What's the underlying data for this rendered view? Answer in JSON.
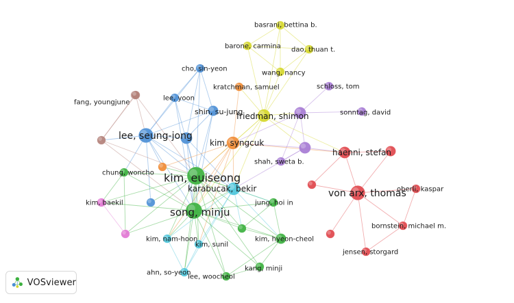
{
  "app": {
    "name": "VOSviewer"
  },
  "clusters": {
    "red": "#e0474c",
    "green": "#3cb13f",
    "blue": "#4c8fd6",
    "yellow": "#d5d72b",
    "purple": "#a67bd4",
    "cyan": "#4dc6db",
    "orange": "#f08c36",
    "brown": "#b3817a",
    "pink": "#e277d4"
  },
  "nodes": [
    {
      "id": "basrani",
      "label": "basrani, bettina b.",
      "cluster": "yellow",
      "weight": 1
    },
    {
      "id": "barone",
      "label": "barone, carmina",
      "cluster": "yellow",
      "weight": 1
    },
    {
      "id": "dao",
      "label": "dao, thuan t.",
      "cluster": "yellow",
      "weight": 1
    },
    {
      "id": "wang",
      "label": "wang, nancy",
      "cluster": "yellow",
      "weight": 1
    },
    {
      "id": "friedman",
      "label": "friedman, shimon",
      "cluster": "yellow",
      "weight": 4
    },
    {
      "id": "cho",
      "label": "cho, sin-yeon",
      "cluster": "blue",
      "weight": 1
    },
    {
      "id": "kratchman",
      "label": "kratchman, samuel",
      "cluster": "orange",
      "weight": 1
    },
    {
      "id": "schloss",
      "label": "schloss, tom",
      "cluster": "purple",
      "weight": 1
    },
    {
      "id": "leeyoon",
      "label": "lee, yoon",
      "cluster": "blue",
      "weight": 1
    },
    {
      "id": "fang",
      "label": "fang, youngjune",
      "cluster": "brown",
      "weight": 1
    },
    {
      "id": "shin",
      "label": "shin, su-jung",
      "cluster": "blue",
      "weight": 2
    },
    {
      "id": "sonntag",
      "label": "sonntag, david",
      "cluster": "purple",
      "weight": 1
    },
    {
      "id": "purple1",
      "label": "",
      "cluster": "purple",
      "weight": 3
    },
    {
      "id": "leeseung",
      "label": "lee, seung-jong",
      "cluster": "blue",
      "weight": 6
    },
    {
      "id": "blue2",
      "label": "",
      "cluster": "blue",
      "weight": 3
    },
    {
      "id": "kimsyng",
      "label": "kim, syngcuk",
      "cluster": "orange",
      "weight": 4
    },
    {
      "id": "purple2",
      "label": "",
      "cluster": "purple",
      "weight": 3
    },
    {
      "id": "haenni",
      "label": "haenni, stefan",
      "cluster": "red",
      "weight": 3
    },
    {
      "id": "red2",
      "label": "",
      "cluster": "red",
      "weight": 2
    },
    {
      "id": "shah",
      "label": "shah, sweta b.",
      "cluster": "purple",
      "weight": 1
    },
    {
      "id": "brown1",
      "label": "",
      "cluster": "brown",
      "weight": 1
    },
    {
      "id": "brown2",
      "label": "",
      "cluster": "brown",
      "weight": 1
    },
    {
      "id": "chung",
      "label": "chung, woncho",
      "cluster": "green",
      "weight": 1
    },
    {
      "id": "orange2",
      "label": "",
      "cluster": "orange",
      "weight": 1
    },
    {
      "id": "kimeui",
      "label": "kim, euiseong",
      "cluster": "green",
      "weight": 10
    },
    {
      "id": "karabucak",
      "label": "karabucak, bekir",
      "cluster": "cyan",
      "weight": 4
    },
    {
      "id": "red3",
      "label": "",
      "cluster": "red",
      "weight": 1
    },
    {
      "id": "vonarx",
      "label": "von arx, thomas",
      "cluster": "red",
      "weight": 6
    },
    {
      "id": "oberli",
      "label": "oberli, kaspar",
      "cluster": "red",
      "weight": 1
    },
    {
      "id": "kimbaekil",
      "label": "kim, baekil",
      "cluster": "pink",
      "weight": 1
    },
    {
      "id": "blue3",
      "label": "",
      "cluster": "blue",
      "weight": 1
    },
    {
      "id": "jung",
      "label": "jung, hoi in",
      "cluster": "green",
      "weight": 1
    },
    {
      "id": "song",
      "label": "song, minju",
      "cluster": "green",
      "weight": 8
    },
    {
      "id": "green2",
      "label": "",
      "cluster": "green",
      "weight": 1
    },
    {
      "id": "bornstein",
      "label": "bornstein, michael m.",
      "cluster": "red",
      "weight": 1
    },
    {
      "id": "pink2",
      "label": "",
      "cluster": "pink",
      "weight": 1
    },
    {
      "id": "red4",
      "label": "",
      "cluster": "red",
      "weight": 1
    },
    {
      "id": "kimnam",
      "label": "kim, nam-hoon",
      "cluster": "cyan",
      "weight": 1
    },
    {
      "id": "kimhyeon",
      "label": "kim, hyeon-cheol",
      "cluster": "green",
      "weight": 2
    },
    {
      "id": "kimsunil",
      "label": "kim, sunil",
      "cluster": "cyan",
      "weight": 1
    },
    {
      "id": "jensen",
      "label": "jensen, storgard",
      "cluster": "red",
      "weight": 1
    },
    {
      "id": "kangminji",
      "label": "kang, minji",
      "cluster": "green",
      "weight": 1
    },
    {
      "id": "ahn",
      "label": "ahn, so-yeon",
      "cluster": "cyan",
      "weight": 1
    },
    {
      "id": "leewoo",
      "label": "lee, woocheol",
      "cluster": "green",
      "weight": 1
    }
  ],
  "links": [
    [
      "basrani",
      "barone"
    ],
    [
      "basrani",
      "dao"
    ],
    [
      "basrani",
      "wang"
    ],
    [
      "basrani",
      "friedman"
    ],
    [
      "barone",
      "dao"
    ],
    [
      "barone",
      "wang"
    ],
    [
      "barone",
      "friedman"
    ],
    [
      "dao",
      "wang"
    ],
    [
      "dao",
      "friedman"
    ],
    [
      "wang",
      "friedman"
    ],
    [
      "friedman",
      "kimsyng"
    ],
    [
      "friedman",
      "kimeui"
    ],
    [
      "friedman",
      "purple1"
    ],
    [
      "friedman",
      "purple2"
    ],
    [
      "friedman",
      "kratchman"
    ],
    [
      "friedman",
      "karabucak"
    ],
    [
      "friedman",
      "song"
    ],
    [
      "friedman",
      "haenni"
    ],
    [
      "kratchman",
      "kimsyng"
    ],
    [
      "schloss",
      "purple1"
    ],
    [
      "sonntag",
      "purple1"
    ],
    [
      "purple1",
      "purple2"
    ],
    [
      "purple1",
      "shah"
    ],
    [
      "purple2",
      "shah"
    ],
    [
      "purple2",
      "haenni"
    ],
    [
      "purple2",
      "kimsyng"
    ],
    [
      "purple2",
      "karabucak"
    ],
    [
      "purple1",
      "kimsyng"
    ],
    [
      "cho",
      "leeyoon"
    ],
    [
      "cho",
      "shin"
    ],
    [
      "cho",
      "leeseung"
    ],
    [
      "cho",
      "blue2"
    ],
    [
      "cho",
      "kimeui"
    ],
    [
      "leeyoon",
      "leeseung"
    ],
    [
      "leeyoon",
      "kimeui"
    ],
    [
      "leeyoon",
      "song"
    ],
    [
      "leeyoon",
      "shin"
    ],
    [
      "shin",
      "leeseung"
    ],
    [
      "shin",
      "kimeui"
    ],
    [
      "shin",
      "song"
    ],
    [
      "shin",
      "blue2"
    ],
    [
      "leeseung",
      "blue2"
    ],
    [
      "leeseung",
      "kimeui"
    ],
    [
      "leeseung",
      "song"
    ],
    [
      "leeseung",
      "chung"
    ],
    [
      "leeseung",
      "brown2"
    ],
    [
      "leeseung",
      "orange2"
    ],
    [
      "leeseung",
      "blue3"
    ],
    [
      "leeseung",
      "karabucak"
    ],
    [
      "blue2",
      "kimeui"
    ],
    [
      "blue2",
      "song"
    ],
    [
      "blue2",
      "karabucak"
    ],
    [
      "fang",
      "brown1"
    ],
    [
      "fang",
      "brown2"
    ],
    [
      "brown1",
      "brown2"
    ],
    [
      "brown1",
      "leeseung"
    ],
    [
      "brown1",
      "kimeui"
    ],
    [
      "brown2",
      "kimeui"
    ],
    [
      "brown2",
      "song"
    ],
    [
      "kimsyng",
      "kimeui"
    ],
    [
      "kimsyng",
      "song"
    ],
    [
      "kimsyng",
      "karabucak"
    ],
    [
      "kimsyng",
      "haenni"
    ],
    [
      "kimsyng",
      "orange2"
    ],
    [
      "kimsyng",
      "kimnam"
    ],
    [
      "kimsyng",
      "kimsunil"
    ],
    [
      "haenni",
      "red2"
    ],
    [
      "haenni",
      "vonarx"
    ],
    [
      "haenni",
      "red3"
    ],
    [
      "red2",
      "vonarx"
    ],
    [
      "vonarx",
      "oberli"
    ],
    [
      "vonarx",
      "bornstein"
    ],
    [
      "vonarx",
      "jensen"
    ],
    [
      "vonarx",
      "red4"
    ],
    [
      "vonarx",
      "red3"
    ],
    [
      "oberli",
      "bornstein"
    ],
    [
      "bornstein",
      "jensen"
    ],
    [
      "kimeui",
      "song"
    ],
    [
      "kimeui",
      "karabucak"
    ],
    [
      "kimeui",
      "chung"
    ],
    [
      "kimeui",
      "kimbaekil"
    ],
    [
      "kimeui",
      "blue3"
    ],
    [
      "kimeui",
      "jung"
    ],
    [
      "kimeui",
      "green2"
    ],
    [
      "kimeui",
      "pink2"
    ],
    [
      "kimeui",
      "kimnam"
    ],
    [
      "kimeui",
      "kimsunil"
    ],
    [
      "kimeui",
      "kimhyeon"
    ],
    [
      "kimeui",
      "kangminji"
    ],
    [
      "kimeui",
      "ahn"
    ],
    [
      "kimeui",
      "leewoo"
    ],
    [
      "kimeui",
      "orange2"
    ],
    [
      "song",
      "karabucak"
    ],
    [
      "song",
      "chung"
    ],
    [
      "song",
      "kimbaekil"
    ],
    [
      "song",
      "jung"
    ],
    [
      "song",
      "green2"
    ],
    [
      "song",
      "kimnam"
    ],
    [
      "song",
      "kimsunil"
    ],
    [
      "song",
      "kimhyeon"
    ],
    [
      "song",
      "kangminji"
    ],
    [
      "song",
      "ahn"
    ],
    [
      "song",
      "leewoo"
    ],
    [
      "song",
      "pink2"
    ],
    [
      "karabucak",
      "kimnam"
    ],
    [
      "karabucak",
      "kimsunil"
    ],
    [
      "karabucak",
      "ahn"
    ],
    [
      "karabucak",
      "jung"
    ],
    [
      "karabucak",
      "kimhyeon"
    ],
    [
      "karabucak",
      "green2"
    ],
    [
      "jung",
      "kimhyeon"
    ],
    [
      "jung",
      "green2"
    ],
    [
      "green2",
      "kimhyeon"
    ],
    [
      "kimhyeon",
      "kangminji"
    ],
    [
      "kimhyeon",
      "leewoo"
    ],
    [
      "kangminji",
      "leewoo"
    ],
    [
      "kimsunil",
      "ahn"
    ],
    [
      "kimnam",
      "ahn"
    ],
    [
      "chung",
      "kimbaekil"
    ],
    [
      "chung",
      "pink2"
    ],
    [
      "kimbaekil",
      "pink2"
    ]
  ]
}
